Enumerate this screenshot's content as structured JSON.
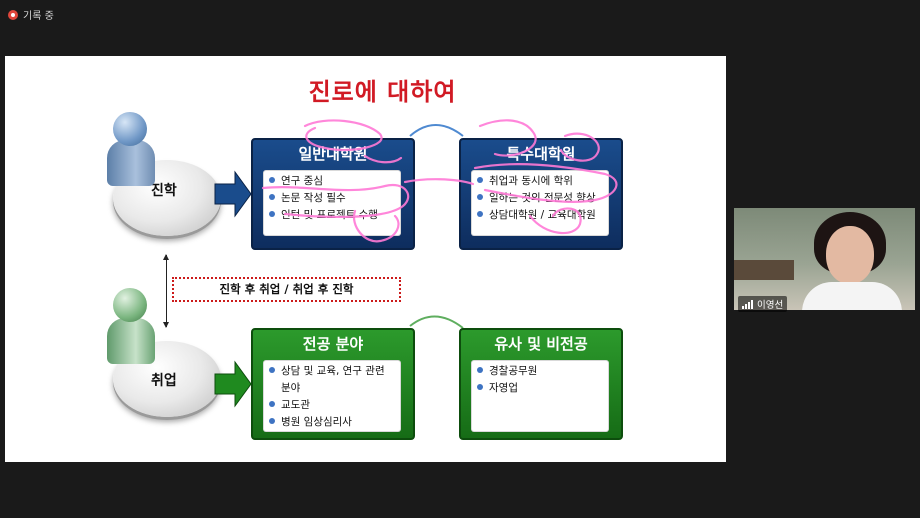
{
  "recording": {
    "label": "기록 중"
  },
  "slide": {
    "title": "진로에 대하여",
    "left": {
      "top_pedestal": "진학",
      "bottom_pedestal": "취업",
      "middle_note": "진학 후 취업 / 취업 후 진학"
    },
    "boxes": [
      {
        "title": "일반대학원",
        "items": [
          "연구 중심",
          "논문 작성 필수",
          "인턴 및 프로젝트 수행"
        ]
      },
      {
        "title": "특수대학원",
        "items": [
          "취업과 동시에 학위",
          "일하는 것의 전문성 향상",
          "상담대학원 / 교육대학원"
        ]
      },
      {
        "title": "전공 분야",
        "items": [
          "상담 및 교육, 연구 관련 분야",
          "교도관",
          "병원 임상심리사"
        ]
      },
      {
        "title": "유사 및 비전공",
        "items": [
          "경찰공무원",
          "자영업"
        ]
      }
    ]
  },
  "video": {
    "participant_name": "이영선"
  },
  "colors": {
    "blue": "#0e2d5e",
    "green": "#166c16",
    "title_red": "#d11a24",
    "ink_pink": "#ff7ad6"
  },
  "icons": {
    "recording": "record-icon",
    "signal": "signal-bars-icon"
  }
}
